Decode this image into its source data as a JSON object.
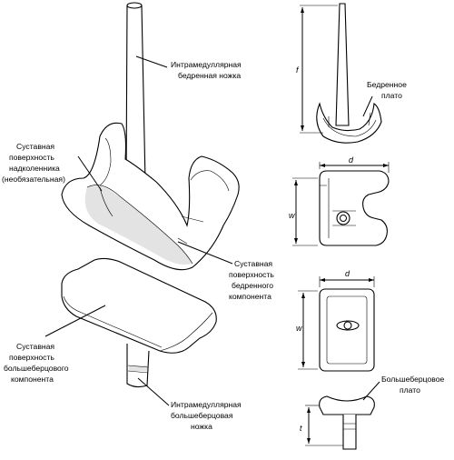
{
  "labels": {
    "femoral_stem": [
      "Интрамедуллярная",
      "бедренная ножка"
    ],
    "patella_surface": [
      "Суставная",
      "поверхность",
      "надколенника",
      "(необязательная)"
    ],
    "femoral_surface": [
      "Суставная",
      "поверхность",
      "бедренного",
      "компонента"
    ],
    "tibial_surface": [
      "Суставная",
      "поверхность",
      "большеберцового",
      "компонента"
    ],
    "tibial_stem": [
      "Интрамедуллярная",
      "большеберцовая",
      "ножка"
    ],
    "femoral_plateau": [
      "Бедренное",
      "плато"
    ],
    "tibial_plateau": [
      "Большеберцовое",
      "плато"
    ]
  },
  "dimensions": {
    "f": "f",
    "d_top": "d",
    "w_top": "w",
    "d_bottom": "d",
    "w_bottom": "w",
    "t": "t"
  }
}
